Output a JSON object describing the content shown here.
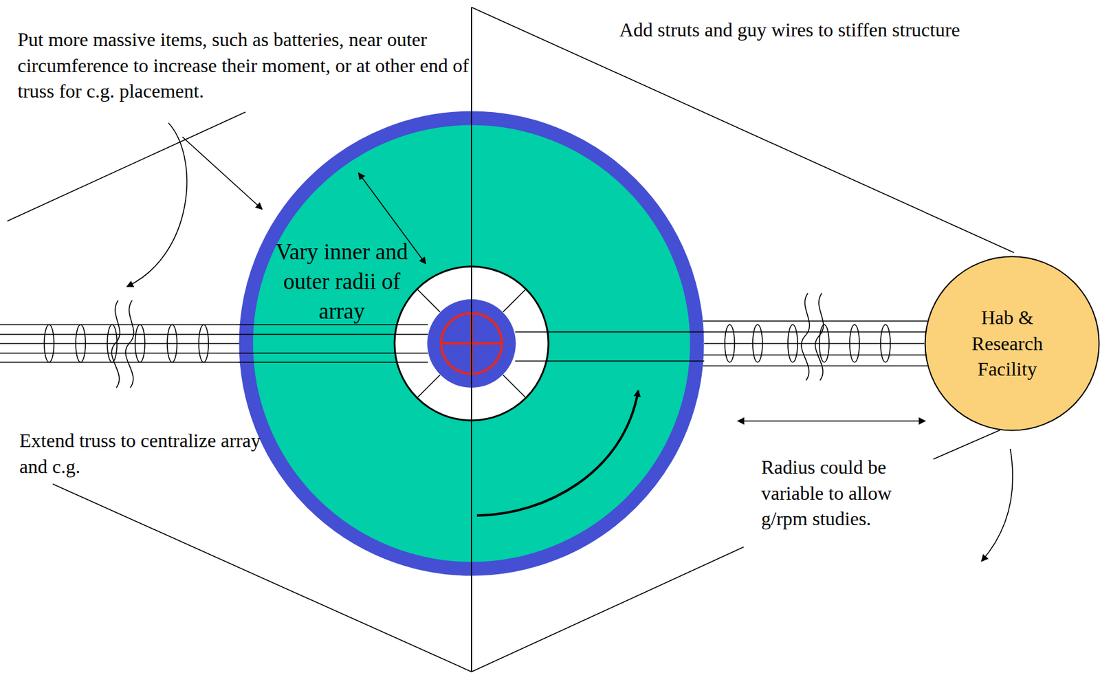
{
  "diagram": {
    "nodes": [
      {
        "text": [
          "Vary inner and outer radii of array"
        ]
      },
      {
        "text": [
          "Hab & Research Facility"
        ]
      }
    ],
    "edges": [
      {
        "from": 0,
        "to": 1,
        "arrow": "none"
      }
    ],
    "labels": [
      "Put more massive items, such as batteries, near outer circumference to increase their moment, or at other end of truss for c.g. placement.",
      "Add struts and guy wires to stiffen structure",
      "Extend truss to centralize array and c.g.",
      "Radius could be variable to allow g/rpm studies."
    ]
  }
}
